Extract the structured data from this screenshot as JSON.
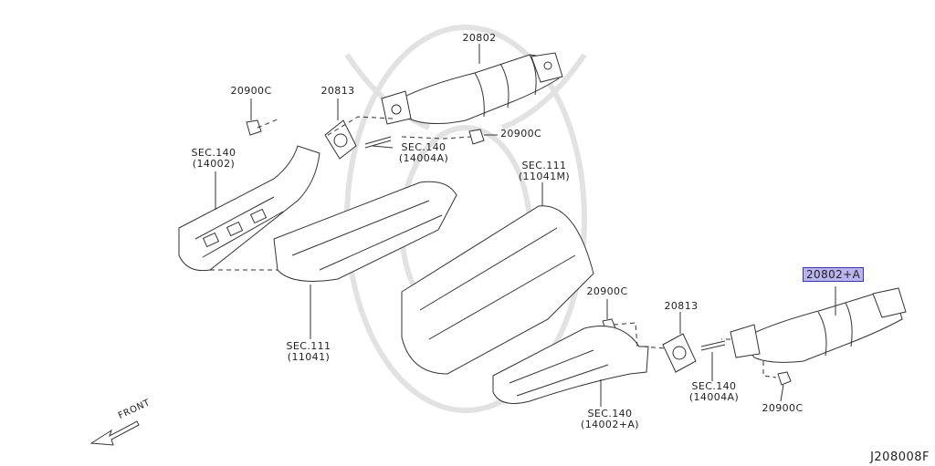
{
  "labels": {
    "cat_top": "20802",
    "nut_top_left": "20900C",
    "gasket_top": "20813",
    "manifold_left": [
      "SEC.140",
      "(14002)"
    ],
    "stud_top": [
      "SEC.140",
      "(14004A)"
    ],
    "nut_top_right": "20900C",
    "head_right": [
      "SEC.111",
      "(11041M)"
    ],
    "head_left": [
      "SEC.111",
      "(11041)"
    ],
    "nut_mid": "20900C",
    "gasket_bottom": "20813",
    "cat_bottom": "20802+A",
    "stud_bottom": [
      "SEC.140",
      "(14004A)"
    ],
    "manifold_right": [
      "SEC.140",
      "(14002+A)"
    ],
    "nut_bottom_right": "20900C",
    "front": "FRONT",
    "diagram_id": "J208008F"
  },
  "icons": {
    "front_arrow": "front-arrow-icon"
  },
  "colors": {
    "highlight": "#b7b4ee",
    "highlight_border": "#3a36a8",
    "line": "#333333"
  }
}
